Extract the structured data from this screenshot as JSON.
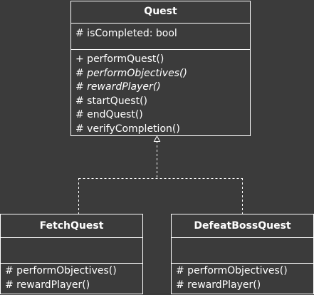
{
  "colors": {
    "background": "#3b3b3b",
    "line": "#ffffff",
    "text": "#ffffff"
  },
  "quest": {
    "name": "Quest",
    "attributes": [
      {
        "text": "# isCompleted: bool",
        "abstract": false
      }
    ],
    "operations": [
      {
        "text": "+ performQuest()",
        "abstract": false
      },
      {
        "text": "# performObjectives()",
        "abstract": true
      },
      {
        "text": "# rewardPlayer()",
        "abstract": true
      },
      {
        "text": "# startQuest()",
        "abstract": false
      },
      {
        "text": "# endQuest()",
        "abstract": false
      },
      {
        "text": "# verifyCompletion()",
        "abstract": false
      }
    ]
  },
  "fetch_quest": {
    "name": "FetchQuest",
    "operations": [
      {
        "text": "# performObjectives()",
        "abstract": false
      },
      {
        "text": "# rewardPlayer()",
        "abstract": false
      }
    ]
  },
  "defeat_boss_quest": {
    "name": "DefeatBossQuest",
    "operations": [
      {
        "text": "# performObjectives()",
        "abstract": false
      },
      {
        "text": "# rewardPlayer()",
        "abstract": false
      }
    ]
  },
  "relationships": [
    {
      "type": "realization",
      "from": "FetchQuest",
      "to": "Quest"
    },
    {
      "type": "realization",
      "from": "DefeatBossQuest",
      "to": "Quest"
    }
  ]
}
